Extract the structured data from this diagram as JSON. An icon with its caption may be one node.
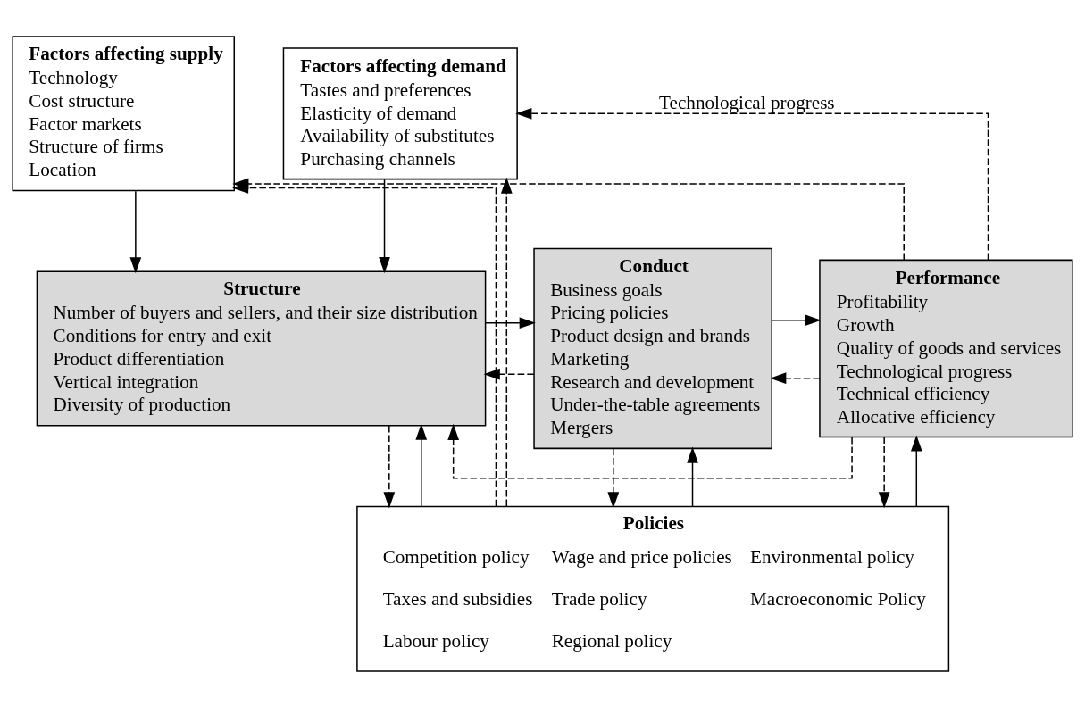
{
  "diagram": {
    "nodes": [
      {
        "text": [
          "Factors affecting supply",
          "Technology",
          "Cost structure",
          "Factor markets",
          "Structure of firms",
          "Location"
        ]
      },
      {
        "text": [
          "Factors affecting demand",
          "Tastes and preferences",
          "Elasticity of demand",
          "Availability of substitutes",
          "Purchasing channels"
        ]
      },
      {
        "text": [
          "Structure",
          "Number of buyers and sellers, and their size distribution",
          "Conditions for entry and exit",
          "Product differentiation",
          "Vertical integration",
          "Diversity of production"
        ]
      },
      {
        "text": [
          "Conduct",
          "Business goals",
          "Pricing policies",
          "Product design and brands",
          "Marketing",
          "Research and development",
          "Under-the-table agreements",
          "Mergers"
        ]
      },
      {
        "text": [
          "Performance",
          "Profitability",
          "Growth",
          "Quality of goods and services",
          "Technological progress",
          "Technical efficiency",
          "Allocative efficiency"
        ]
      },
      {
        "text": [
          "Policies",
          "Competition policy",
          "Taxes and subsidies",
          "Labour policy",
          "Wage and price policies",
          "Trade policy",
          "Regional policy",
          "Environmental policy",
          "Macroeconomic Policy"
        ]
      }
    ],
    "edges": [
      {
        "from": 0,
        "to": 2,
        "arrow": "to"
      },
      {
        "from": 1,
        "to": 2,
        "arrow": "to"
      },
      {
        "from": 2,
        "to": 3,
        "arrow": "to"
      },
      {
        "from": 3,
        "to": 4,
        "arrow": "to"
      },
      {
        "from": 3,
        "to": 2,
        "arrow": "to",
        "style": "dashed"
      },
      {
        "from": 4,
        "to": 3,
        "arrow": "to",
        "style": "dashed"
      },
      {
        "from": 4,
        "to": 2,
        "arrow": "to",
        "style": "dashed"
      },
      {
        "from": 4,
        "to": 0,
        "arrow": "to",
        "style": "dashed"
      },
      {
        "from": 4,
        "to": 1,
        "arrow": "to",
        "style": "dashed",
        "label": "Technological progress"
      },
      {
        "from": 5,
        "to": 0,
        "arrow": "to",
        "style": "dashed"
      },
      {
        "from": 5,
        "to": 1,
        "arrow": "to",
        "style": "dashed"
      },
      {
        "from": 5,
        "to": 2,
        "arrow": "to"
      },
      {
        "from": 2,
        "to": 5,
        "arrow": "to",
        "style": "dashed"
      },
      {
        "from": 5,
        "to": 3,
        "arrow": "to"
      },
      {
        "from": 3,
        "to": 5,
        "arrow": "to",
        "style": "dashed"
      },
      {
        "from": 5,
        "to": 4,
        "arrow": "to"
      },
      {
        "from": 4,
        "to": 5,
        "arrow": "to",
        "style": "dashed"
      }
    ]
  }
}
